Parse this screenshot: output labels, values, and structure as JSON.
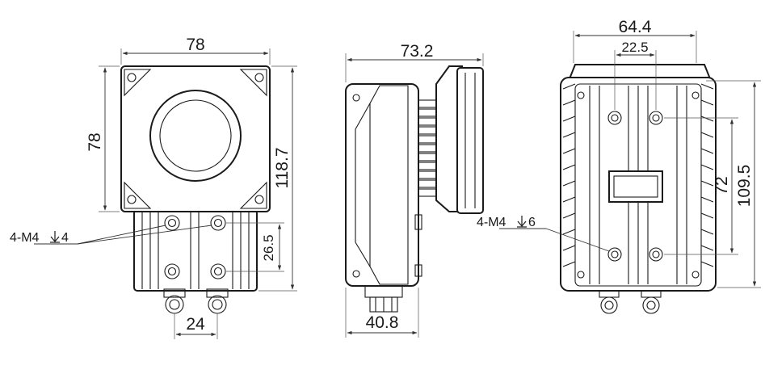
{
  "front_view": {
    "width_dim": "78",
    "height_dim": "78",
    "total_height_dim": "118.7",
    "mount_spacing_dim": "26.5",
    "connector_spacing_dim": "24",
    "thread_callout": "4-M4",
    "thread_depth": "4"
  },
  "side_view": {
    "total_depth_dim": "73.2",
    "body_depth_dim": "40.8"
  },
  "back_view": {
    "width_dim": "64.4",
    "hole_spacing_x_dim": "22.5",
    "hole_spacing_y_dim": "72",
    "height_dim": "109.5",
    "thread_callout": "4-M4",
    "thread_depth": "6"
  },
  "colors": {
    "line": "#1a1a1a",
    "background": "#ffffff"
  }
}
